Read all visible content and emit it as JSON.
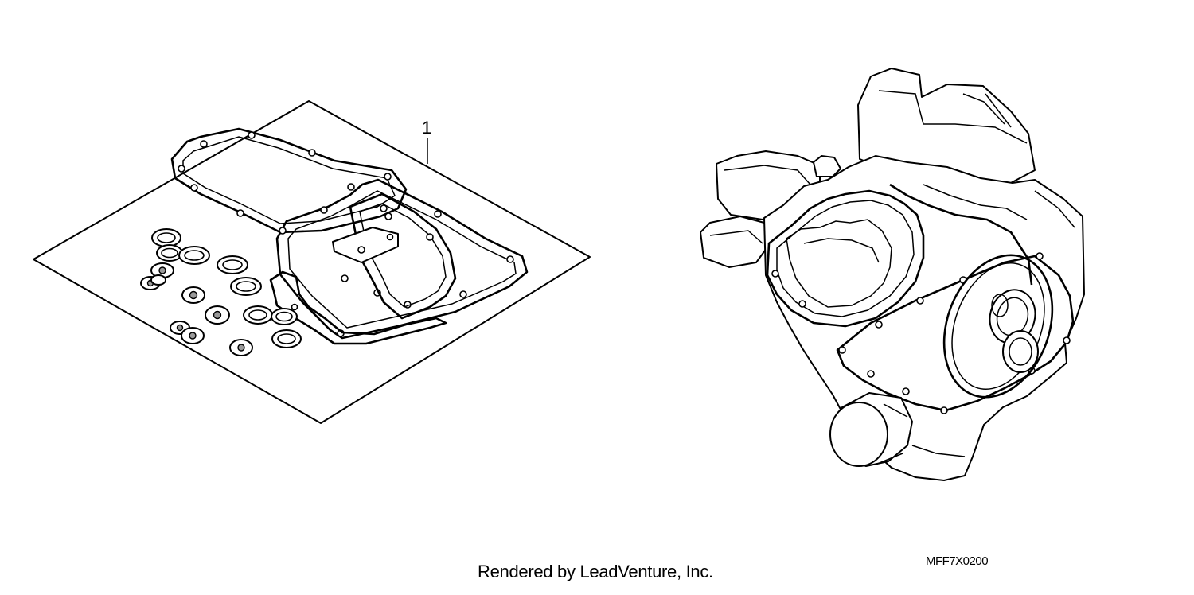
{
  "callout": {
    "part_number": "1"
  },
  "footer": {
    "credit": "Rendered by LeadVenture, Inc.",
    "diagram_code": "MFF7X0200"
  },
  "icons": {
    "gasket_kit": "gasket-kit-illustration-icon",
    "engine": "engine-illustration-icon"
  }
}
